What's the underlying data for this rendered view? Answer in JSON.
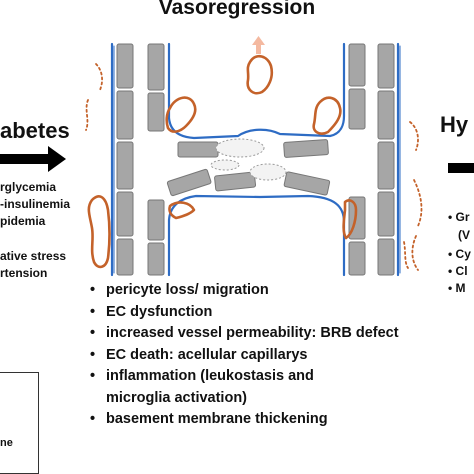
{
  "title": "Vasoregression",
  "left": {
    "heading": "abetes",
    "conditions": [
      "rglycemia",
      "-insulinemia",
      "pidemia",
      "ative stress",
      "rtension"
    ]
  },
  "right": {
    "heading": "Hy",
    "bullets": [
      "Gr",
      "(V",
      "Cy",
      "Cl",
      "M"
    ]
  },
  "consequences": [
    "pericyte loss/ migration",
    "EC dysfunction",
    "increased vessel permeability: BRB defect",
    "EC death: acellular capillarys",
    "inflammation (leukostasis and",
    "microglia activation)",
    "basement membrane thickening"
  ],
  "bullet_flags": [
    true,
    true,
    true,
    true,
    true,
    false,
    true
  ],
  "legend": {
    "text": "ne"
  },
  "colors": {
    "vessel_wall": "#2e6cc4",
    "endothelial_cell": "#a6a6a6",
    "pericyte": "#c4622a",
    "migration_arrow": "#f4b9a0",
    "arrow": "#000000"
  }
}
